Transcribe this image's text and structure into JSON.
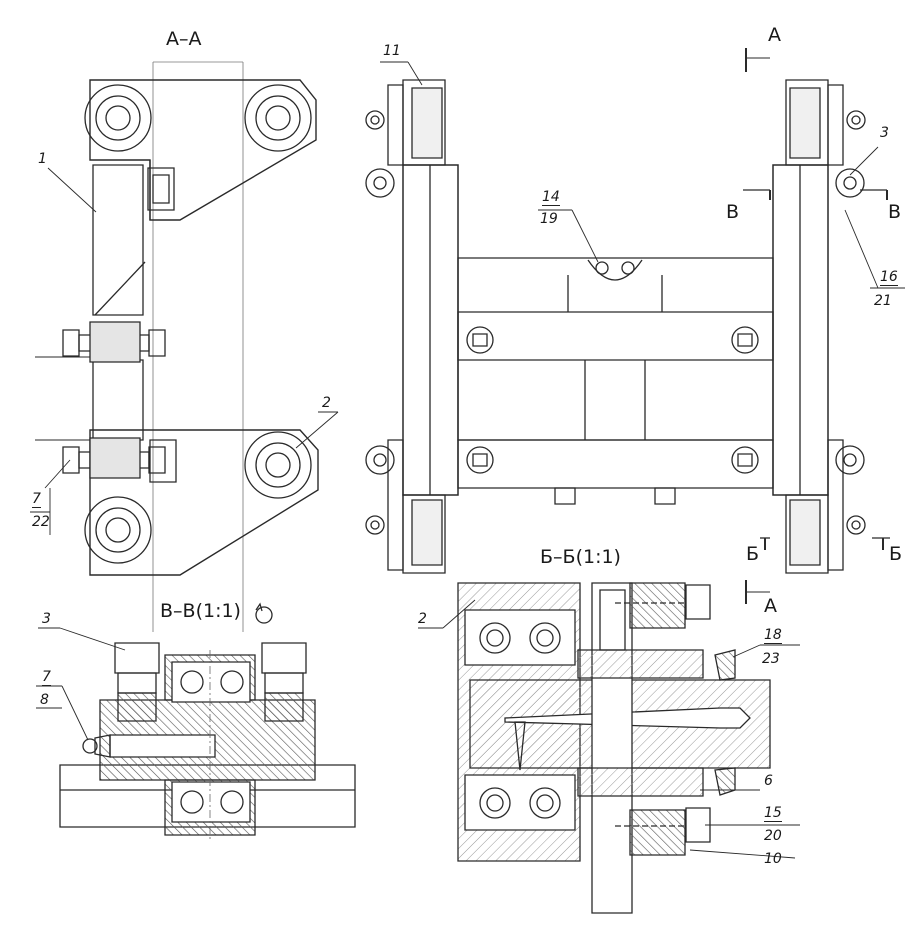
{
  "section_titles": {
    "aa": "А–А",
    "vv": "В–В(1:1)",
    "bb": "Б–Б(1:1)"
  },
  "section_marks": {
    "a_top": "А",
    "a_bottom": "А",
    "v_left": "В",
    "v_right": "В",
    "b_left": "Б",
    "b_right": "Б"
  },
  "callouts": {
    "aa_1": "1",
    "aa_2": "2",
    "aa_7": "7",
    "aa_22": "22",
    "plan_11": "11",
    "plan_14": "14",
    "plan_19": "19",
    "plan_3": "3",
    "plan_16": "16",
    "plan_21": "21",
    "vv_3": "3",
    "vv_7": "7",
    "vv_8": "8",
    "bb_2": "2",
    "bb_18": "18",
    "bb_23": "23",
    "bb_6": "6",
    "bb_15": "15",
    "bb_20": "20",
    "bb_10": "10"
  },
  "icons": {
    "rotation_symbol": "rotation-icon"
  }
}
